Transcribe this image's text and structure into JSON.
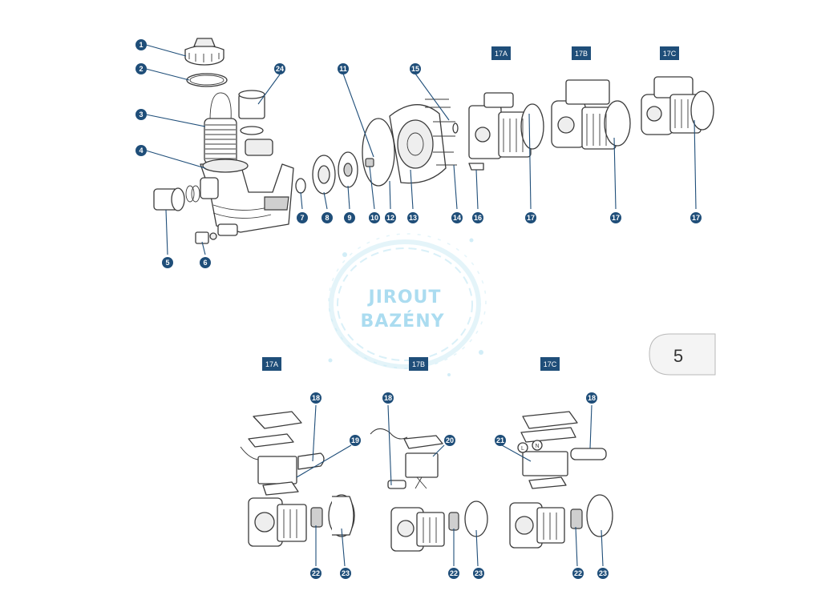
{
  "page_number": "5",
  "watermark": {
    "line1": "JIROUT",
    "line2": "BAZÉNY"
  },
  "tags": {
    "top_a": "17A",
    "top_b": "17B",
    "top_c": "17C",
    "bottom_a": "17A",
    "bottom_b": "17B",
    "bottom_c": "17C"
  },
  "callouts": {
    "c1": "1",
    "c2": "2",
    "c3": "3",
    "c4": "4",
    "c5": "5",
    "c6": "6",
    "c7": "7",
    "c8": "8",
    "c9": "9",
    "c10": "10",
    "c11": "11",
    "c12": "12",
    "c13": "13",
    "c14": "14",
    "c15": "15",
    "c16": "16",
    "c17a": "17",
    "c17b": "17",
    "c17c": "17",
    "c18a": "18",
    "c18b": "18",
    "c18c": "18",
    "c19": "19",
    "c20": "20",
    "c21": "21",
    "c22a": "22",
    "c22b": "22",
    "c22c": "22",
    "c23a": "23",
    "c23b": "23",
    "c23c": "23",
    "c24": "24"
  },
  "terminal_marks": {
    "live": "L",
    "neutral": "N"
  }
}
